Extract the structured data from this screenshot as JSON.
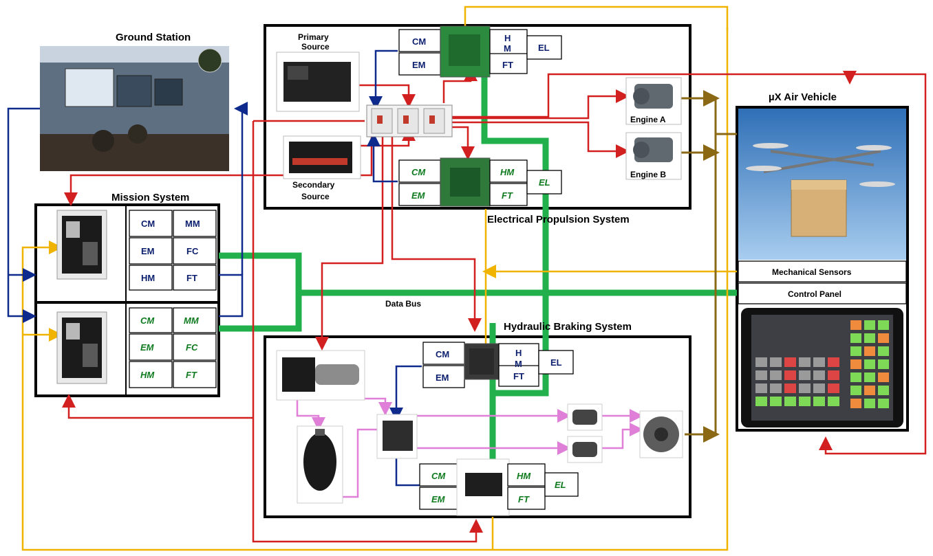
{
  "titles": {
    "ground_station": "Ground Station",
    "mission_system": "Mission System",
    "electrical_propulsion": "Electrical Propulsion System",
    "hydraulic_braking": "Hydraulic Braking System",
    "air_vehicle": "µX Air Vehicle",
    "data_bus": "Data Bus"
  },
  "sources": {
    "primary": "Primary Source",
    "secondary": "Secondary Source"
  },
  "engines": {
    "a": "Engine A",
    "b": "Engine B"
  },
  "vehicle_panels": {
    "mechanical_sensors": "Mechanical Sensors",
    "control_panel": "Control Panel"
  },
  "mission_upper": [
    "CM",
    "MM",
    "EM",
    "FC",
    "HM",
    "FT"
  ],
  "mission_lower": [
    "CM",
    "MM",
    "EM",
    "FC",
    "HM",
    "FT"
  ],
  "eps_top": {
    "left": [
      "CM",
      "EM"
    ],
    "right_top": "H",
    "right_mid": "M",
    "right_bottom": "FT",
    "side": "EL"
  },
  "eps_mid": {
    "left": [
      "CM",
      "EM"
    ],
    "right": [
      "HM",
      "FT"
    ],
    "side": "EL"
  },
  "hbs_top": {
    "left": [
      "CM",
      "EM"
    ],
    "right_top": "H",
    "right_mid": "M",
    "right_bottom": "FT",
    "side": "EL"
  },
  "hbs_bottom": {
    "left": [
      "CM",
      "EM"
    ],
    "right": [
      "HM",
      "FT"
    ],
    "side": "EL"
  },
  "colors": {
    "power": "#d21f1f",
    "control": "#0d2a8c",
    "data_bus": "#21b04b",
    "mechanical": "#8b6914",
    "sensor": "#f0b400",
    "hydraulic": "#e07fd8"
  }
}
